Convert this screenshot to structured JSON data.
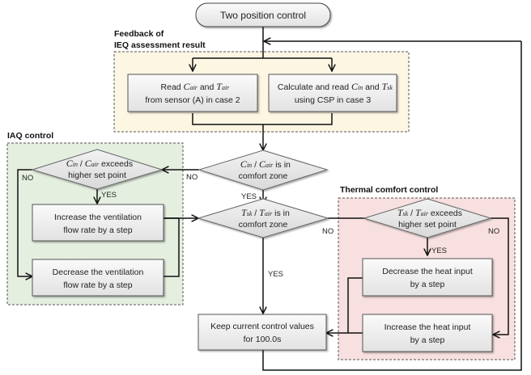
{
  "start": {
    "label": "Two position control"
  },
  "groups": {
    "feedback": {
      "title_line1": "Feedback of",
      "title_line2": "IEQ assessment result",
      "fill": "#fdf6e3"
    },
    "iaq": {
      "title": "IAQ control",
      "fill": "#e4efe0"
    },
    "thermal": {
      "title": "Thermal comfort control",
      "fill": "#f8e0e0"
    }
  },
  "nodes": {
    "read_sensor": {
      "pre": "Read ",
      "v1": "C",
      "s1": "air",
      "mid": " and ",
      "v2": "T",
      "s2": "air",
      "line2": "from sensor (A) in case 2"
    },
    "calc_csp": {
      "pre": "Calculate and read ",
      "v1": "C",
      "s1": "in",
      "mid": " and ",
      "v2": "T",
      "s2": "sk",
      "line2": "using CSP in case 3"
    },
    "c_comfort": {
      "v1": "C",
      "s1": "in",
      "sep": " / ",
      "v2": "C",
      "s2": "air",
      "post": " is in",
      "line2": "comfort zone"
    },
    "t_comfort": {
      "v1": "T",
      "s1": "sk",
      "sep": " / ",
      "v2": "T",
      "s2": "air",
      "post": " is in",
      "line2": "comfort zone"
    },
    "c_exceeds": {
      "v1": "C",
      "s1": "in",
      "sep": " / ",
      "v2": "C",
      "s2": "air",
      "post": " exceeds",
      "line2": "higher set point"
    },
    "t_exceeds": {
      "v1": "T",
      "s1": "sk",
      "sep": " / ",
      "v2": "T",
      "s2": "air",
      "post": " exceeds",
      "line2": "higher set point"
    },
    "inc_vent": {
      "line1": "Increase the ventilation",
      "line2": "flow rate by a step"
    },
    "dec_vent": {
      "line1": "Decrease the ventilation",
      "line2": "flow rate by a step"
    },
    "dec_heat": {
      "line1": "Decrease the heat input",
      "line2": "by a step"
    },
    "inc_heat": {
      "line1": "Increase the heat input",
      "line2": "by a step"
    },
    "keep": {
      "line1": "Keep current control values",
      "line2": "for 100.0s"
    }
  },
  "edge_labels": {
    "yes": "YES",
    "no": "NO"
  }
}
